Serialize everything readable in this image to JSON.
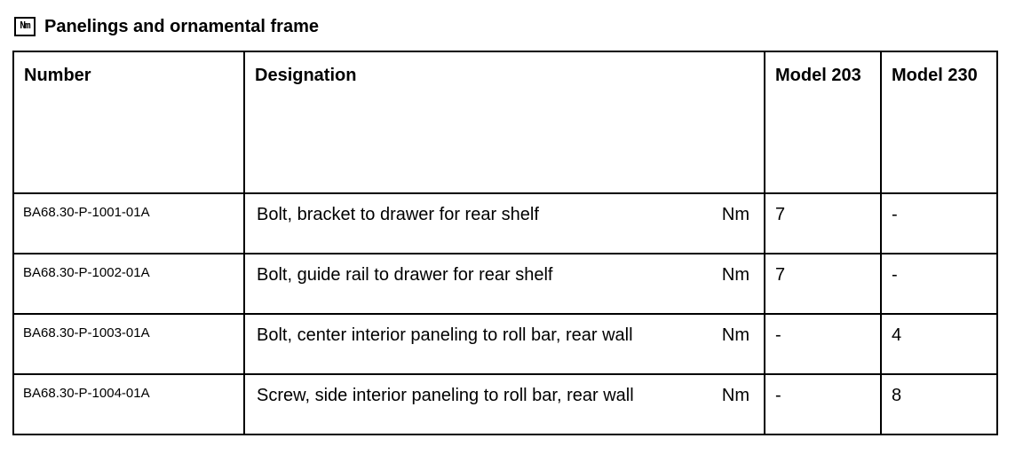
{
  "header": {
    "icon_text": "Nm",
    "title": "Panelings and ornamental frame"
  },
  "table": {
    "columns": {
      "number": "Number",
      "designation": "Designation",
      "model_203": "Model 203",
      "model_230": "Model 230"
    },
    "rows": [
      {
        "number": "BA68.30-P-1001-01A",
        "designation": "Bolt, bracket to drawer for rear shelf",
        "unit": "Nm",
        "model_203": "7",
        "model_230": "-"
      },
      {
        "number": "BA68.30-P-1002-01A",
        "designation": "Bolt, guide rail to drawer for rear shelf",
        "unit": "Nm",
        "model_203": "7",
        "model_230": "-"
      },
      {
        "number": "BA68.30-P-1003-01A",
        "designation": "Bolt, center interior paneling to roll bar, rear wall",
        "unit": "Nm",
        "model_203": "-",
        "model_230": "4"
      },
      {
        "number": "BA68.30-P-1004-01A",
        "designation": "Screw, side interior paneling to roll bar, rear wall",
        "unit": "Nm",
        "model_203": "-",
        "model_230": "8"
      }
    ]
  }
}
